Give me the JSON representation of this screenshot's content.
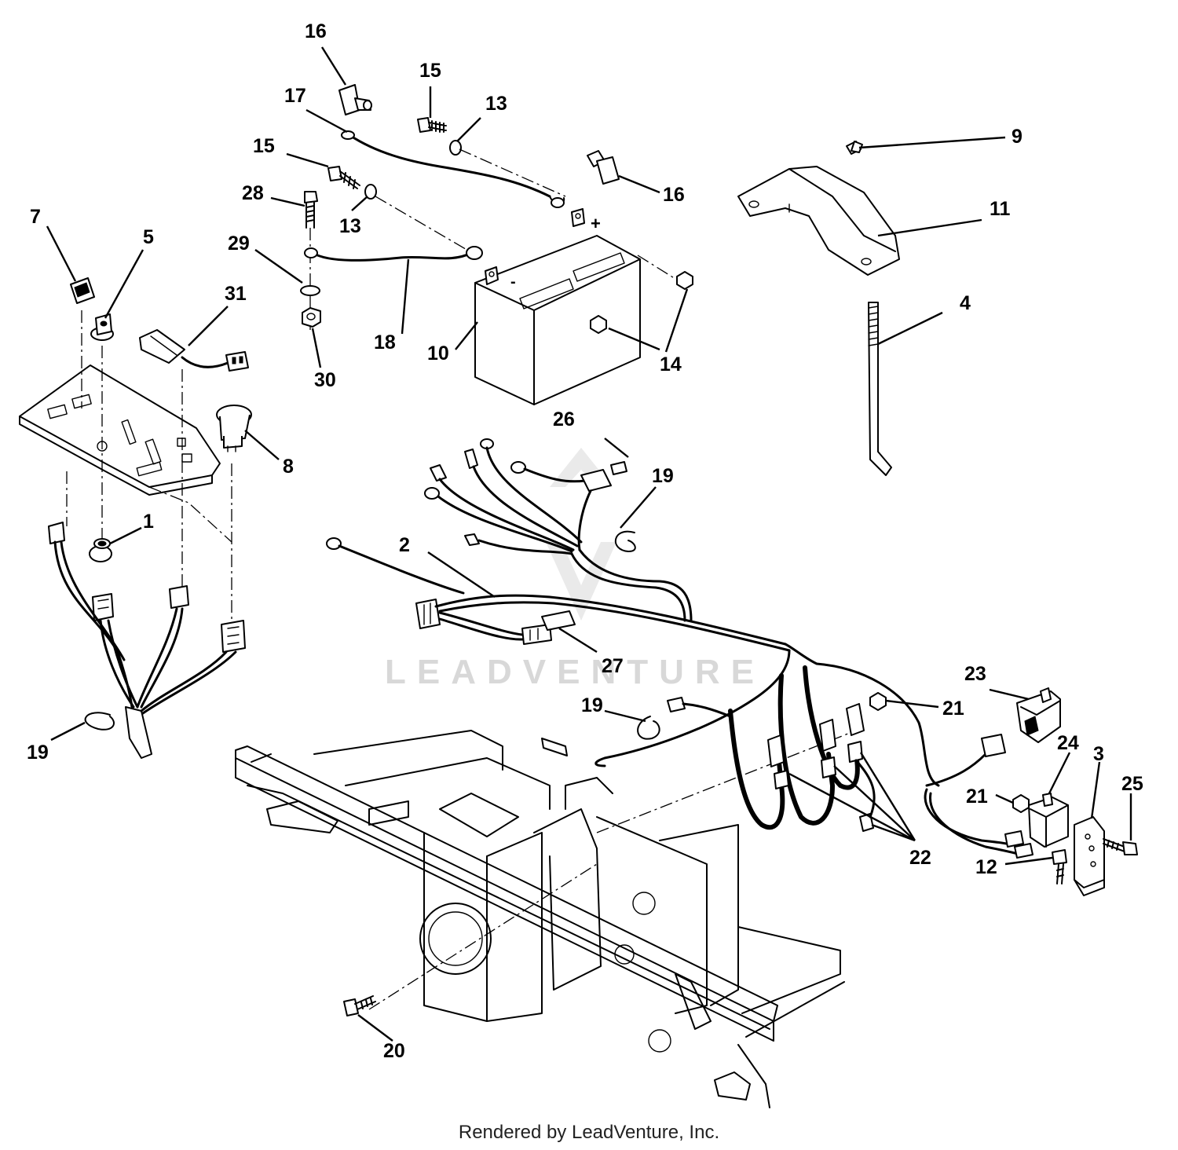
{
  "watermark": "LEADVENTURE",
  "footer": "Rendered by LeadVenture, Inc.",
  "battery": {
    "plus_mark": "+",
    "minus_mark": "-"
  },
  "callouts": [
    {
      "id": "c1",
      "label": "1"
    },
    {
      "id": "c2",
      "label": "2"
    },
    {
      "id": "c3",
      "label": "3"
    },
    {
      "id": "c4",
      "label": "4"
    },
    {
      "id": "c5",
      "label": "5"
    },
    {
      "id": "c7",
      "label": "7"
    },
    {
      "id": "c8",
      "label": "8"
    },
    {
      "id": "c9",
      "label": "9"
    },
    {
      "id": "c10",
      "label": "10"
    },
    {
      "id": "c11",
      "label": "11"
    },
    {
      "id": "c12",
      "label": "12"
    },
    {
      "id": "c13a",
      "label": "13"
    },
    {
      "id": "c13b",
      "label": "13"
    },
    {
      "id": "c14",
      "label": "14"
    },
    {
      "id": "c15a",
      "label": "15"
    },
    {
      "id": "c15b",
      "label": "15"
    },
    {
      "id": "c16a",
      "label": "16"
    },
    {
      "id": "c16b",
      "label": "16"
    },
    {
      "id": "c17",
      "label": "17"
    },
    {
      "id": "c18",
      "label": "18"
    },
    {
      "id": "c19a",
      "label": "19"
    },
    {
      "id": "c19b",
      "label": "19"
    },
    {
      "id": "c19c",
      "label": "19"
    },
    {
      "id": "c20",
      "label": "20"
    },
    {
      "id": "c21a",
      "label": "21"
    },
    {
      "id": "c21b",
      "label": "21"
    },
    {
      "id": "c22",
      "label": "22"
    },
    {
      "id": "c23",
      "label": "23"
    },
    {
      "id": "c24",
      "label": "24"
    },
    {
      "id": "c25",
      "label": "25"
    },
    {
      "id": "c26",
      "label": "26"
    },
    {
      "id": "c27",
      "label": "27"
    },
    {
      "id": "c28",
      "label": "28"
    },
    {
      "id": "c29",
      "label": "29"
    },
    {
      "id": "c30",
      "label": "30"
    },
    {
      "id": "c31",
      "label": "31"
    }
  ]
}
